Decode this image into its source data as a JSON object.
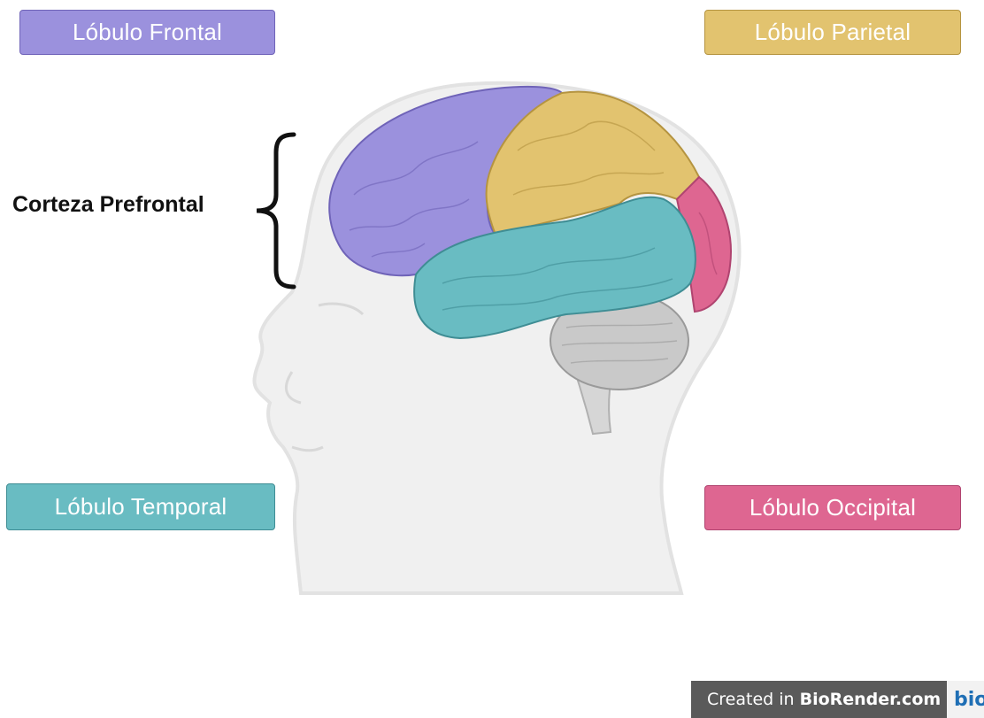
{
  "labels": {
    "frontal": "Lóbulo Frontal",
    "parietal": "Lóbulo Parietal",
    "temporal": "Lóbulo Temporal",
    "occipital": "Lóbulo Occipital",
    "prefrontal": "Corteza Prefrontal"
  },
  "colors": {
    "frontal": "#9b91dd",
    "parietal": "#e2c36f",
    "temporal": "#69bcc2",
    "occipital": "#de6691",
    "cerebellum": "#c9c9c9",
    "head": "#f0f0f0"
  },
  "credit": {
    "prefix": "Created in ",
    "brand": "BioRender.com",
    "logo": "bio"
  }
}
